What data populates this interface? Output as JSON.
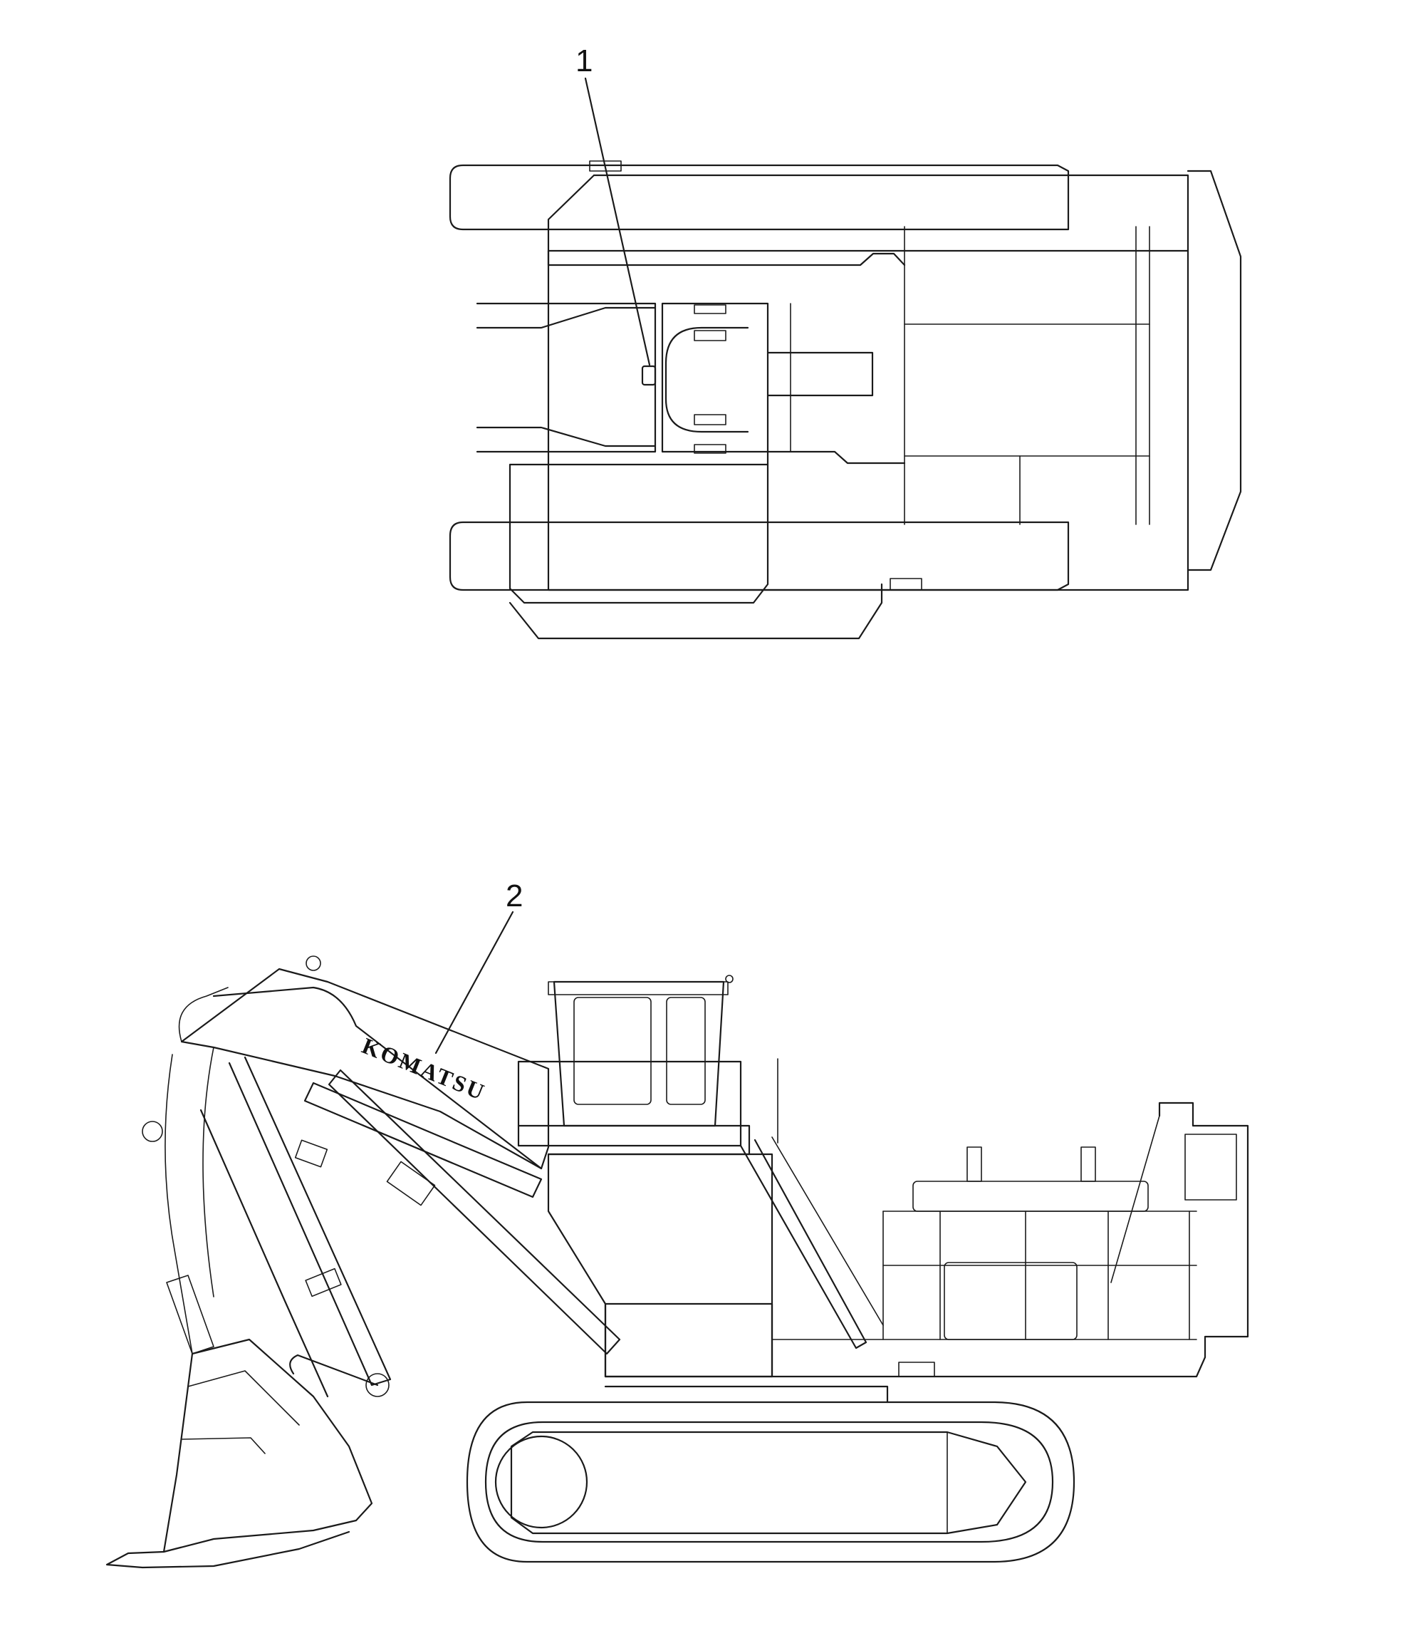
{
  "callouts": [
    {
      "id": "1",
      "label": "1"
    },
    {
      "id": "2",
      "label": "2"
    }
  ],
  "decal": {
    "brand_text": "KOMATSU"
  },
  "colors": {
    "line": "#1a1a1a",
    "background": "#ffffff"
  }
}
